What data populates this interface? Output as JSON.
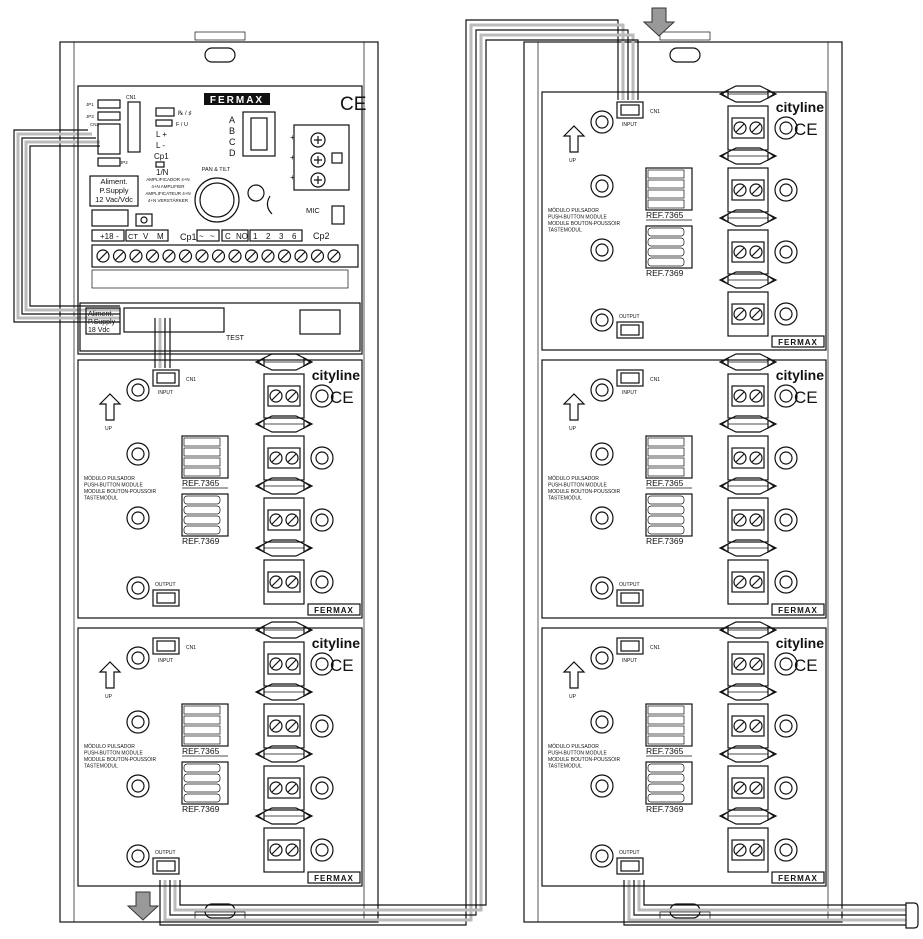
{
  "amplifier": {
    "brand": "FERMAX",
    "ce_mark": "CE",
    "conn_cn1": "CN1",
    "conn_jp1": "JP1",
    "conn_jp2": "JP2",
    "conn_jp3": "JP3",
    "conn_cn2": "CN2",
    "jumper_labels": [
      "℞ / ♯",
      "F / U"
    ],
    "abcd": [
      "A",
      "B",
      "C",
      "D"
    ],
    "line_plus": "L +",
    "line_minus": "L -",
    "cp1": "Cp1",
    "one_n": "1/N",
    "supply_lines": [
      "Aliment.",
      "P.Supply",
      "12 Vac/Vdc"
    ],
    "amp_lines": [
      "AMPLIFICADOR 4+N",
      "4+N AMPLIFIER",
      "AMPLIFICATEUR 4+N",
      "4+N VERSTÄRKER"
    ],
    "pan_tilt": "PAN & TILT",
    "mic": "MIC",
    "terminals": [
      "+18",
      "-",
      "CT",
      "V",
      "M",
      "Cp1",
      "~",
      "~",
      "C",
      "NO",
      "1",
      "2",
      "3",
      "6",
      "Cp2"
    ],
    "test": "TEST",
    "bottom_supply_lines": [
      "Aliment.",
      "P.Supply",
      "18 Vdc"
    ]
  },
  "module": {
    "brand": "cityline",
    "ce_mark": "CE",
    "input": "INPUT",
    "output": "OUTPUT",
    "cn1": "CN1",
    "up": "UP",
    "ref_a": "REF.7365",
    "ref_b": "REF.7369",
    "desc_lines": [
      "MÓDULO PULSADOR",
      "PUSH-BUTTON MODULE",
      "MODULE BOUTON-POUSSOIR",
      "TASTEMODUL"
    ],
    "footer_brand": "FERMAX"
  },
  "colors": {
    "line": "#111111",
    "cable_gray": "#bbbbbb",
    "background": "#ffffff"
  }
}
